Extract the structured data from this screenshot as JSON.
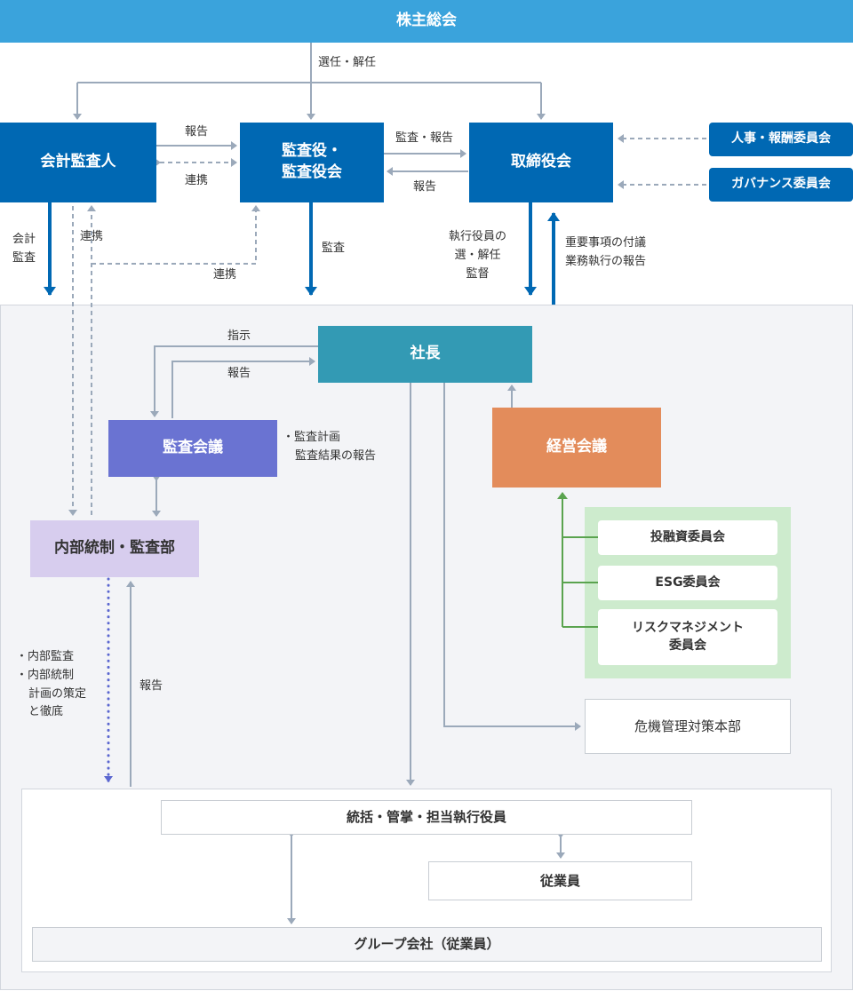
{
  "shareholders": "株主総会",
  "appoint_dismiss": "選任・解任",
  "accounting_auditor": "会計監査人",
  "auditors_line1": "監査役・",
  "auditors_line2": "監査役会",
  "board": "取締役会",
  "hr_committee": "人事・報酬委員会",
  "governance_committee": "ガバナンス委員会",
  "report_aa_to_kansa": "報告",
  "cooperation_aa_kansa": "連携",
  "audit_report_to_board": "監査・報告",
  "report_board_to_kansa": "報告",
  "accounting_audit_line1": "会計",
  "accounting_audit_line2": "監査",
  "cooperation_aa_internal": "連携",
  "cooperation_internal_kansa": "連携",
  "audit_kansa": "監査",
  "exec_line1": "執行役員の",
  "exec_line2": "選・解任",
  "exec_line3": "監督",
  "important_line1": "重要事項の付議",
  "important_line2": "業務執行の報告",
  "president": "社長",
  "instruction": "指示",
  "report_meeting_to_president": "報告",
  "audit_meeting": "監査会議",
  "audit_plan_line1": "・監査計画",
  "audit_plan_line2": "監査結果の報告",
  "management_meeting": "経営会議",
  "investment_committee": "投融資委員会",
  "esg_committee": "ESG委員会",
  "risk_committee_line1": "リスクマネジメント",
  "risk_committee_line2": "委員会",
  "internal_audit_dept": "内部統制・監査部",
  "internal_audit_item1": "・内部監査",
  "internal_audit_item2": "・内部統制",
  "internal_audit_item3": "計画の策定",
  "internal_audit_item4": "と徹底",
  "report_group_to_internal": "報告",
  "crisis_hq": "危機管理対策本部",
  "executives": "統括・管掌・担当執行役員",
  "employees": "従業員",
  "group_companies": "グループ会社（従業員）",
  "colors": {
    "blue": "#0068b3",
    "header": "#3aa3dc",
    "teal": "#339ab4",
    "violet": "#6a73d2",
    "orange": "#e38c5b",
    "lilac": "#d7cdee",
    "green": "#5aa34f",
    "green_bg": "#cdebcd",
    "connector": "#9ba9ba",
    "panel": "#f3f4f7"
  }
}
